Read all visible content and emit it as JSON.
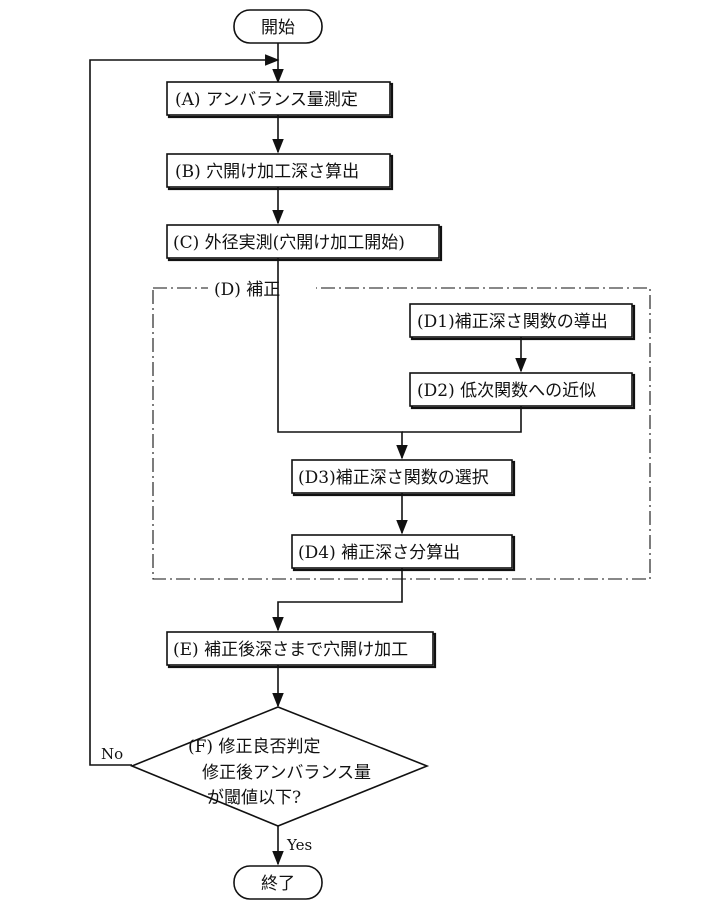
{
  "terminals": {
    "start": "開始",
    "end": "終了"
  },
  "steps": {
    "a": "(A) アンバランス量測定",
    "b": "(B) 穴開け加工深さ算出",
    "c": "(C) 外径実測(穴開け加工開始)",
    "d_group": "(D) 補正",
    "d1": "(D1)補正深さ関数の導出",
    "d2": "(D2) 低次関数への近似",
    "d3": "(D3)補正深さ関数の選択",
    "d4": "(D4) 補正深さ分算出",
    "e": "(E) 補正後深さまで穴開け加工"
  },
  "decision": {
    "line1": "(F) 修正良否判定",
    "line2": "修正後アンバランス量",
    "line3": "が閾値以下?",
    "no_label": "No",
    "yes_label": "Yes"
  }
}
